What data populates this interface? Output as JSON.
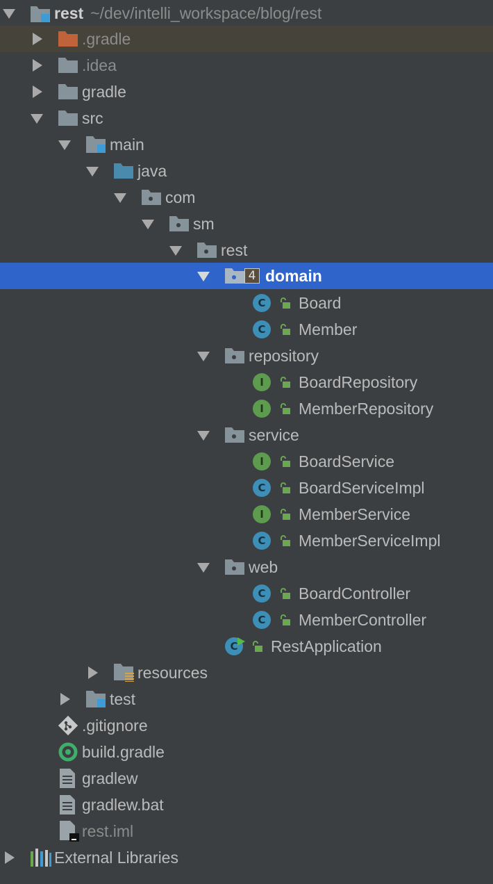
{
  "project": {
    "name": "rest",
    "path": "~/dev/intelli_workspace/blog/rest"
  },
  "tree": {
    "gradle_hidden": ".gradle",
    "idea": ".idea",
    "gradle": "gradle",
    "src": "src",
    "main": "main",
    "java": "java",
    "com": "com",
    "sm": "sm",
    "rest_pkg": "rest",
    "domain": "domain",
    "domain_badge": "4",
    "board": "Board",
    "member": "Member",
    "repository": "repository",
    "board_repository": "BoardRepository",
    "member_repository": "MemberRepository",
    "service": "service",
    "board_service": "BoardService",
    "board_service_impl": "BoardServiceImpl",
    "member_service": "MemberService",
    "member_service_impl": "MemberServiceImpl",
    "web": "web",
    "board_controller": "BoardController",
    "member_controller": "MemberController",
    "rest_application": "RestApplication",
    "resources": "resources",
    "test": "test",
    "gitignore": ".gitignore",
    "build_gradle": "build.gradle",
    "gradlew": "gradlew",
    "gradlew_bat": "gradlew.bat",
    "rest_iml": "rest.iml",
    "external_libraries": "External Libraries"
  },
  "class_letter": "C",
  "interface_letter": "I",
  "colors": {
    "background": "#3c3f41",
    "selection": "#2f65ca",
    "gradle_row": "#45433a",
    "class_icon": "#3d8fb7",
    "interface_icon": "#5d9b4e",
    "folder_grey": "#87939a",
    "source_folder": "#4a8bad",
    "excluded_folder": "#c0633a"
  },
  "icons": {
    "expand": "triangle-down-icon",
    "collapse": "triangle-right-icon",
    "folder": "folder-icon",
    "package": "package-icon",
    "class": "class-icon",
    "interface": "interface-icon",
    "access": "green-lock-icon"
  }
}
